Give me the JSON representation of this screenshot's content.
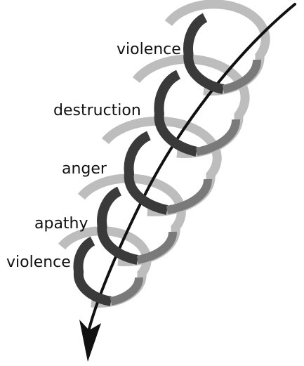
{
  "labels": [
    "violence",
    "destruction",
    "anger",
    "apathy",
    "violence"
  ],
  "colors": {
    "coil_dark": "#3a3a3a",
    "coil_mid": "#7a7a7a",
    "coil_light": "#bdbdbd",
    "arrow": "#111111",
    "text": "#111111"
  }
}
